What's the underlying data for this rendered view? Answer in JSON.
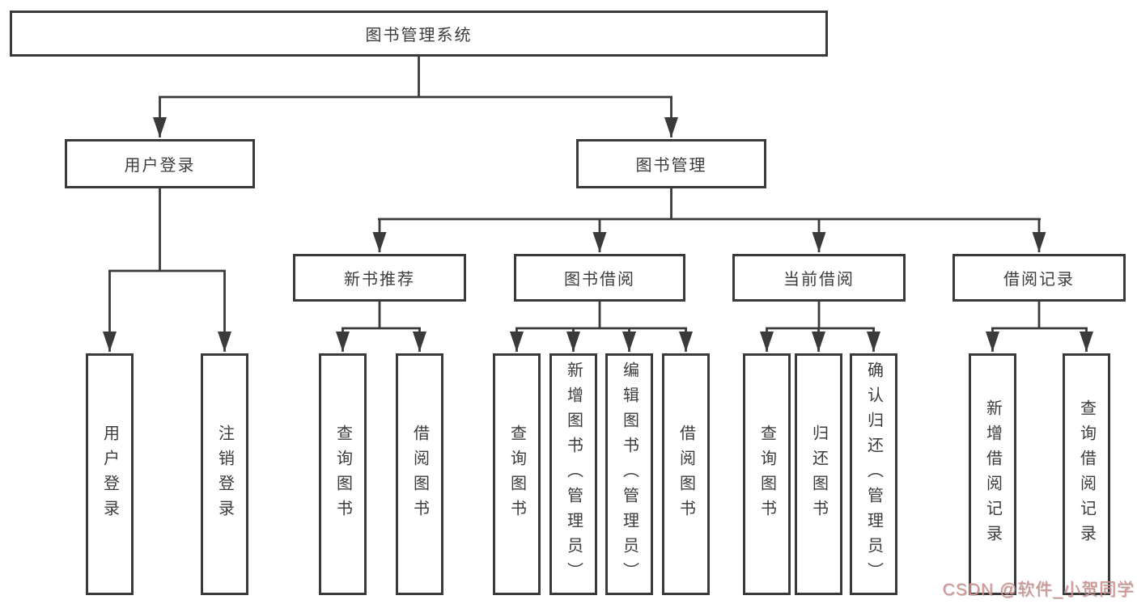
{
  "diagram": {
    "title": "图书管理系统",
    "root": {
      "label": "图书管理系统"
    },
    "branches": [
      {
        "label": "用户登录",
        "children": [
          {
            "label": "用户登录"
          },
          {
            "label": "注销登录"
          }
        ]
      },
      {
        "label": "图书管理",
        "children": [
          {
            "label": "新书推荐",
            "children": [
              {
                "label": "查询图书"
              },
              {
                "label": "借阅图书"
              }
            ]
          },
          {
            "label": "图书借阅",
            "children": [
              {
                "label": "查询图书"
              },
              {
                "label": "新增图书（管理员）"
              },
              {
                "label": "编辑图书（管理员）"
              },
              {
                "label": "借阅图书"
              }
            ]
          },
          {
            "label": "当前借阅",
            "children": [
              {
                "label": "查询图书"
              },
              {
                "label": "归还图书"
              },
              {
                "label": "确认归还（管理员）"
              }
            ]
          },
          {
            "label": "借阅记录",
            "children": [
              {
                "label": "新增借阅记录"
              },
              {
                "label": "查询借阅记录"
              }
            ]
          }
        ]
      }
    ]
  },
  "watermark": {
    "text": "CSDN @软件_小贺同学",
    "color": "#d29490"
  },
  "colors": {
    "line": "#3a3a3a",
    "box_border": "#3a3a3a",
    "box_background": "#ffffff",
    "text": "#3c3c3c",
    "canvas_background": "#ffffff"
  }
}
